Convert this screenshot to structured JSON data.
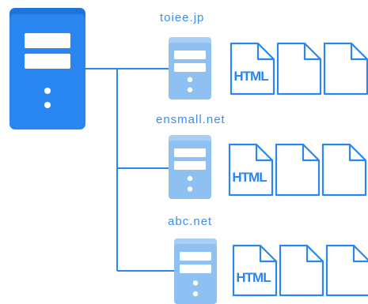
{
  "colors": {
    "main_server": "#2a86f0",
    "main_server_top": "#1f74dc",
    "sub_server": "#8fc0f2",
    "sub_server_top": "#a9cff6",
    "connector": "#2a86f0",
    "document_stroke": "#2a86f0",
    "label_text": "#3d8ee8"
  },
  "icons": {
    "main_server": "server-tower-icon",
    "sub_server": "server-tower-icon",
    "html_document": "html-file-icon",
    "blank_document": "blank-file-icon"
  },
  "sites": [
    {
      "domain": "toiee.jp",
      "document_badge": "HTML"
    },
    {
      "domain": "ensmall.net",
      "document_badge": "HTML"
    },
    {
      "domain": "abc.net",
      "document_badge": "HTML"
    }
  ]
}
